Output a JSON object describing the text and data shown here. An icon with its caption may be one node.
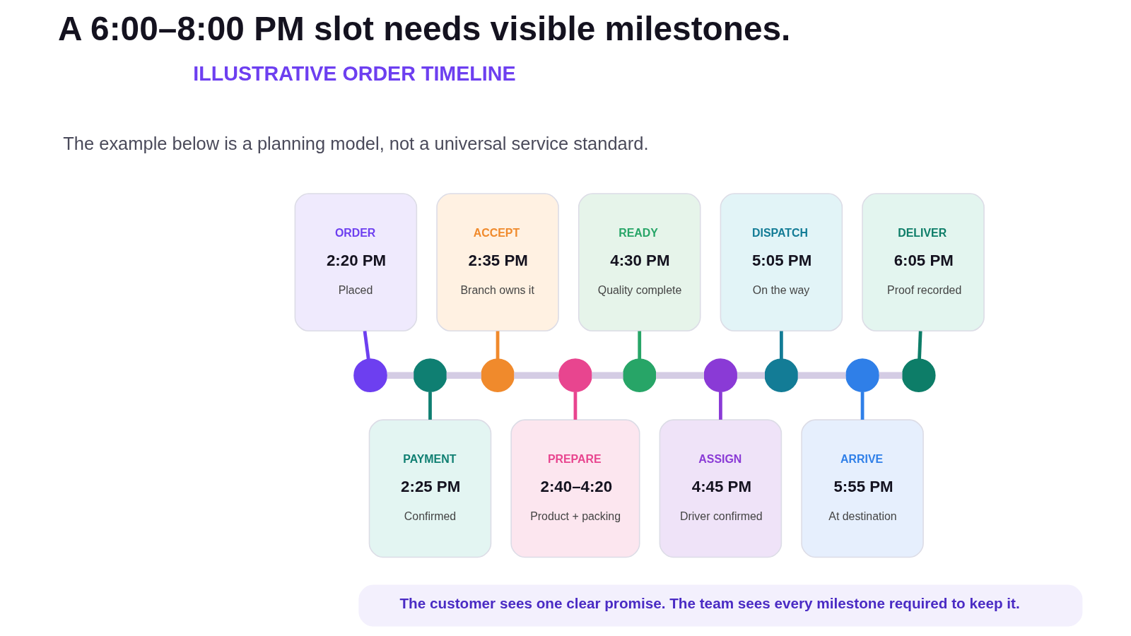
{
  "diagram": {
    "title": "A 6:00–8:00 PM slot needs visible milestones.",
    "nodes": [
      {
        "text": [
          "ORDER",
          "2:20 PM",
          "Placed"
        ]
      },
      {
        "text": [
          "PAYMENT",
          "2:25 PM",
          "Confirmed"
        ]
      },
      {
        "text": [
          "ACCEPT",
          "2:35 PM",
          "Branch owns it"
        ]
      },
      {
        "text": [
          "PREPARE",
          "2:40–4:20",
          "Product + packing"
        ]
      },
      {
        "text": [
          "READY",
          "4:30 PM",
          "Quality complete"
        ]
      },
      {
        "text": [
          "ASSIGN",
          "4:45 PM",
          "Driver confirmed"
        ]
      },
      {
        "text": [
          "DISPATCH",
          "5:05 PM",
          "On the way"
        ]
      },
      {
        "text": [
          "ARRIVE",
          "5:55 PM",
          "At destination"
        ]
      },
      {
        "text": [
          "DELIVER",
          "6:05 PM",
          "Proof recorded"
        ]
      },
      {
        "text": [],
        "shape": "circle"
      },
      {
        "text": [],
        "shape": "circle"
      },
      {
        "text": [],
        "shape": "circle"
      },
      {
        "text": [],
        "shape": "circle"
      },
      {
        "text": [],
        "shape": "circle"
      },
      {
        "text": [],
        "shape": "circle"
      },
      {
        "text": [],
        "shape": "circle"
      },
      {
        "text": [],
        "shape": "circle"
      },
      {
        "text": [],
        "shape": "circle"
      },
      {
        "text": [
          "The customer sees one clear promise. The team sees every milestone required to keep it."
        ]
      }
    ],
    "edges": [
      {
        "from": 0,
        "to": 9,
        "arrow": "none",
        "color": "#6d3ff0"
      },
      {
        "from": 10,
        "to": 1,
        "arrow": "none",
        "color": "#0f7f72"
      },
      {
        "from": 2,
        "to": 11,
        "arrow": "none",
        "color": "#f08a2c"
      },
      {
        "from": 12,
        "to": 3,
        "arrow": "none",
        "color": "#e8458f"
      },
      {
        "from": 4,
        "to": 13,
        "arrow": "none",
        "color": "#27a567"
      },
      {
        "from": 14,
        "to": 5,
        "arrow": "none",
        "color": "#8a3ad6"
      },
      {
        "from": 6,
        "to": 15,
        "arrow": "none",
        "color": "#137c96"
      },
      {
        "from": 16,
        "to": 7,
        "arrow": "none",
        "color": "#2f7fe8"
      },
      {
        "from": 8,
        "to": 17,
        "arrow": "none",
        "color": "#0d7d68"
      },
      {
        "from": 9,
        "to": 10,
        "arrow": "none",
        "style": "thick"
      },
      {
        "from": 10,
        "to": 11,
        "arrow": "none",
        "style": "thick"
      },
      {
        "from": 11,
        "to": 12,
        "arrow": "none",
        "style": "thick"
      },
      {
        "from": 12,
        "to": 13,
        "arrow": "none",
        "style": "thick"
      },
      {
        "from": 13,
        "to": 14,
        "arrow": "none",
        "style": "thick"
      },
      {
        "from": 14,
        "to": 15,
        "arrow": "none",
        "style": "thick"
      },
      {
        "from": 15,
        "to": 16,
        "arrow": "none",
        "style": "thick"
      },
      {
        "from": 16,
        "to": 17,
        "arrow": "none",
        "style": "thick"
      }
    ],
    "labels": [
      "ILLUSTRATIVE ORDER TIMELINE",
      "The example below is a planning model, not a universal service standard."
    ]
  }
}
